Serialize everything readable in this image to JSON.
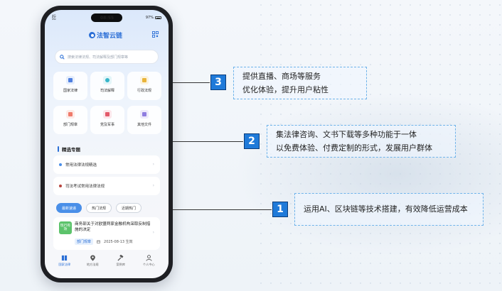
{
  "colors": {
    "accent": "#2b6fd6",
    "callout_number": "#1f7ad9",
    "callout_border": "#6fb3ea"
  },
  "status_bar": {
    "carrier_line1": "4G",
    "carrier_line2": "5G",
    "time": "08:55",
    "signal": "97%"
  },
  "header": {
    "title": "法智云链",
    "logo_icon": "chain-logo-icon",
    "scan_icon": "qr-scan-icon"
  },
  "search": {
    "placeholder": "搜索法律法规、司法解释及部门规章等"
  },
  "grid": [
    {
      "label": "国家法律",
      "icon": "book-icon",
      "color": "#4f7fe0"
    },
    {
      "label": "司法解释",
      "icon": "globe-icon",
      "color": "#36b5c9"
    },
    {
      "label": "行政法规",
      "icon": "building-icon",
      "color": "#e9b43a"
    },
    {
      "label": "部门规章",
      "icon": "document-icon",
      "color": "#ef7b6b"
    },
    {
      "label": "党及军事",
      "icon": "flag-icon",
      "color": "#e35a6a"
    },
    {
      "label": "其他文件",
      "icon": "file-edit-icon",
      "color": "#8f7de0"
    }
  ],
  "featured": {
    "title": "精选专题",
    "items": [
      {
        "label": "常用法律法规精选",
        "dot_color": "#4a8fe8"
      },
      {
        "label": "司法考试常用法律法规",
        "dot_color": "#b8453e"
      }
    ]
  },
  "pills": [
    {
      "label": "最新速递",
      "active": true
    },
    {
      "label": "热门法规",
      "active": false
    },
    {
      "label": "近期热门",
      "active": false
    }
  ],
  "news": {
    "badge": "现行有效",
    "title": "商务部关于对欧盟两家金融机构采取反制措施的决定",
    "tag": "部门规章",
    "date": "2025-08-13 生效"
  },
  "tabbar": [
    {
      "label": "国家法律",
      "icon": "library-icon",
      "active": true
    },
    {
      "label": "地方法规",
      "icon": "location-pin-icon",
      "active": false
    },
    {
      "label": "案例库",
      "icon": "gavel-icon",
      "active": false
    },
    {
      "label": "个人中心",
      "icon": "person-icon",
      "active": false
    }
  ],
  "callouts": [
    {
      "number": "3",
      "lines": [
        "提供直播、商场等服务",
        "优化体验，提升用户粘性"
      ]
    },
    {
      "number": "2",
      "lines": [
        "集法律咨询、文书下载等多种功能于一体",
        "以免费体验、付费定制的形式，发展用户群体"
      ]
    },
    {
      "number": "1",
      "lines": [
        "运用AI、区块链等技术搭建，有效降低运营成本"
      ]
    }
  ]
}
